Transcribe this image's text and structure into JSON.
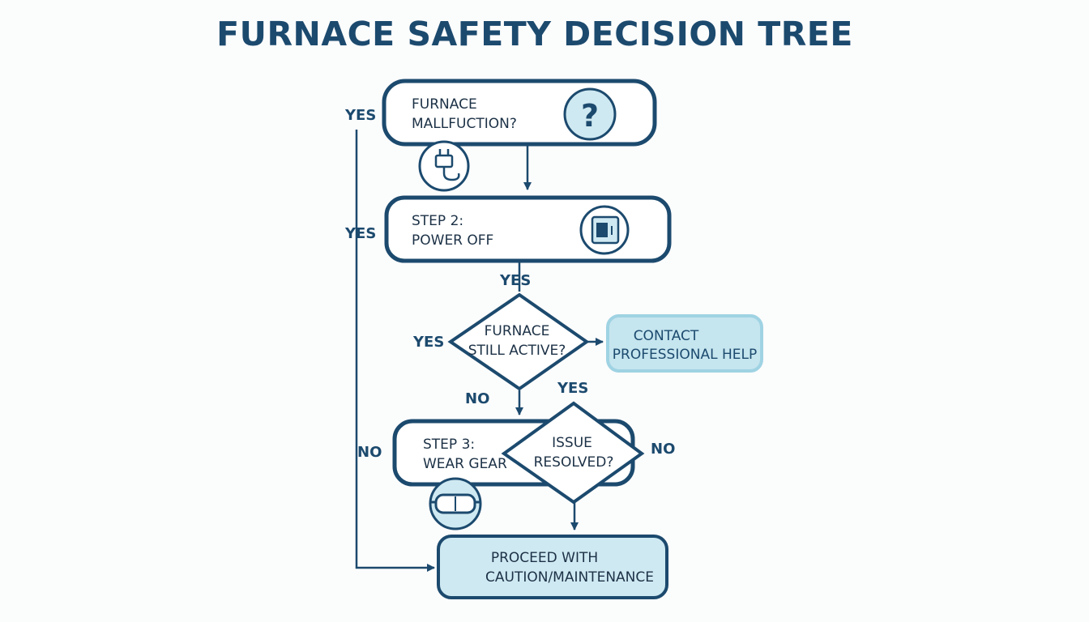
{
  "title": "FURNACE SAFETY DECISION TREE",
  "nodes": {
    "n1": {
      "line1": "FURNACE",
      "line2": "MALLFUCTION?",
      "icon": "question-icon"
    },
    "n2": {
      "line1": "STEP 2:",
      "line2": "POWER OFF",
      "icon": "breaker-panel-icon"
    },
    "d1": {
      "line1": "FURNACE",
      "line2": "STILL ACTIVE?"
    },
    "help": {
      "line1": "CONTACT",
      "line2": "PROFESSIONAL HELP"
    },
    "n3": {
      "line1": "STEP 3:",
      "line2": "WEAR GEAR",
      "icon": "goggles-icon"
    },
    "d2": {
      "line1": "ISSUE",
      "line2": "RESOLVED?"
    },
    "end": {
      "line1": "PROCEED WITH",
      "line2": "CAUTION/MAINTENANCE"
    }
  },
  "icons": {
    "plug": "plug-icon"
  },
  "edge_labels": {
    "left_yes_top": "YES",
    "left_yes_mid": "YES",
    "below_power": "YES",
    "diamond_left": "YES",
    "diamond_no": "NO",
    "resolved_yes": "YES",
    "resolved_no": "NO",
    "left_no": "NO"
  },
  "colors": {
    "primary": "#1c4a6e",
    "light_fill": "#cfe9f2",
    "pale_border": "#9fd3e3"
  }
}
